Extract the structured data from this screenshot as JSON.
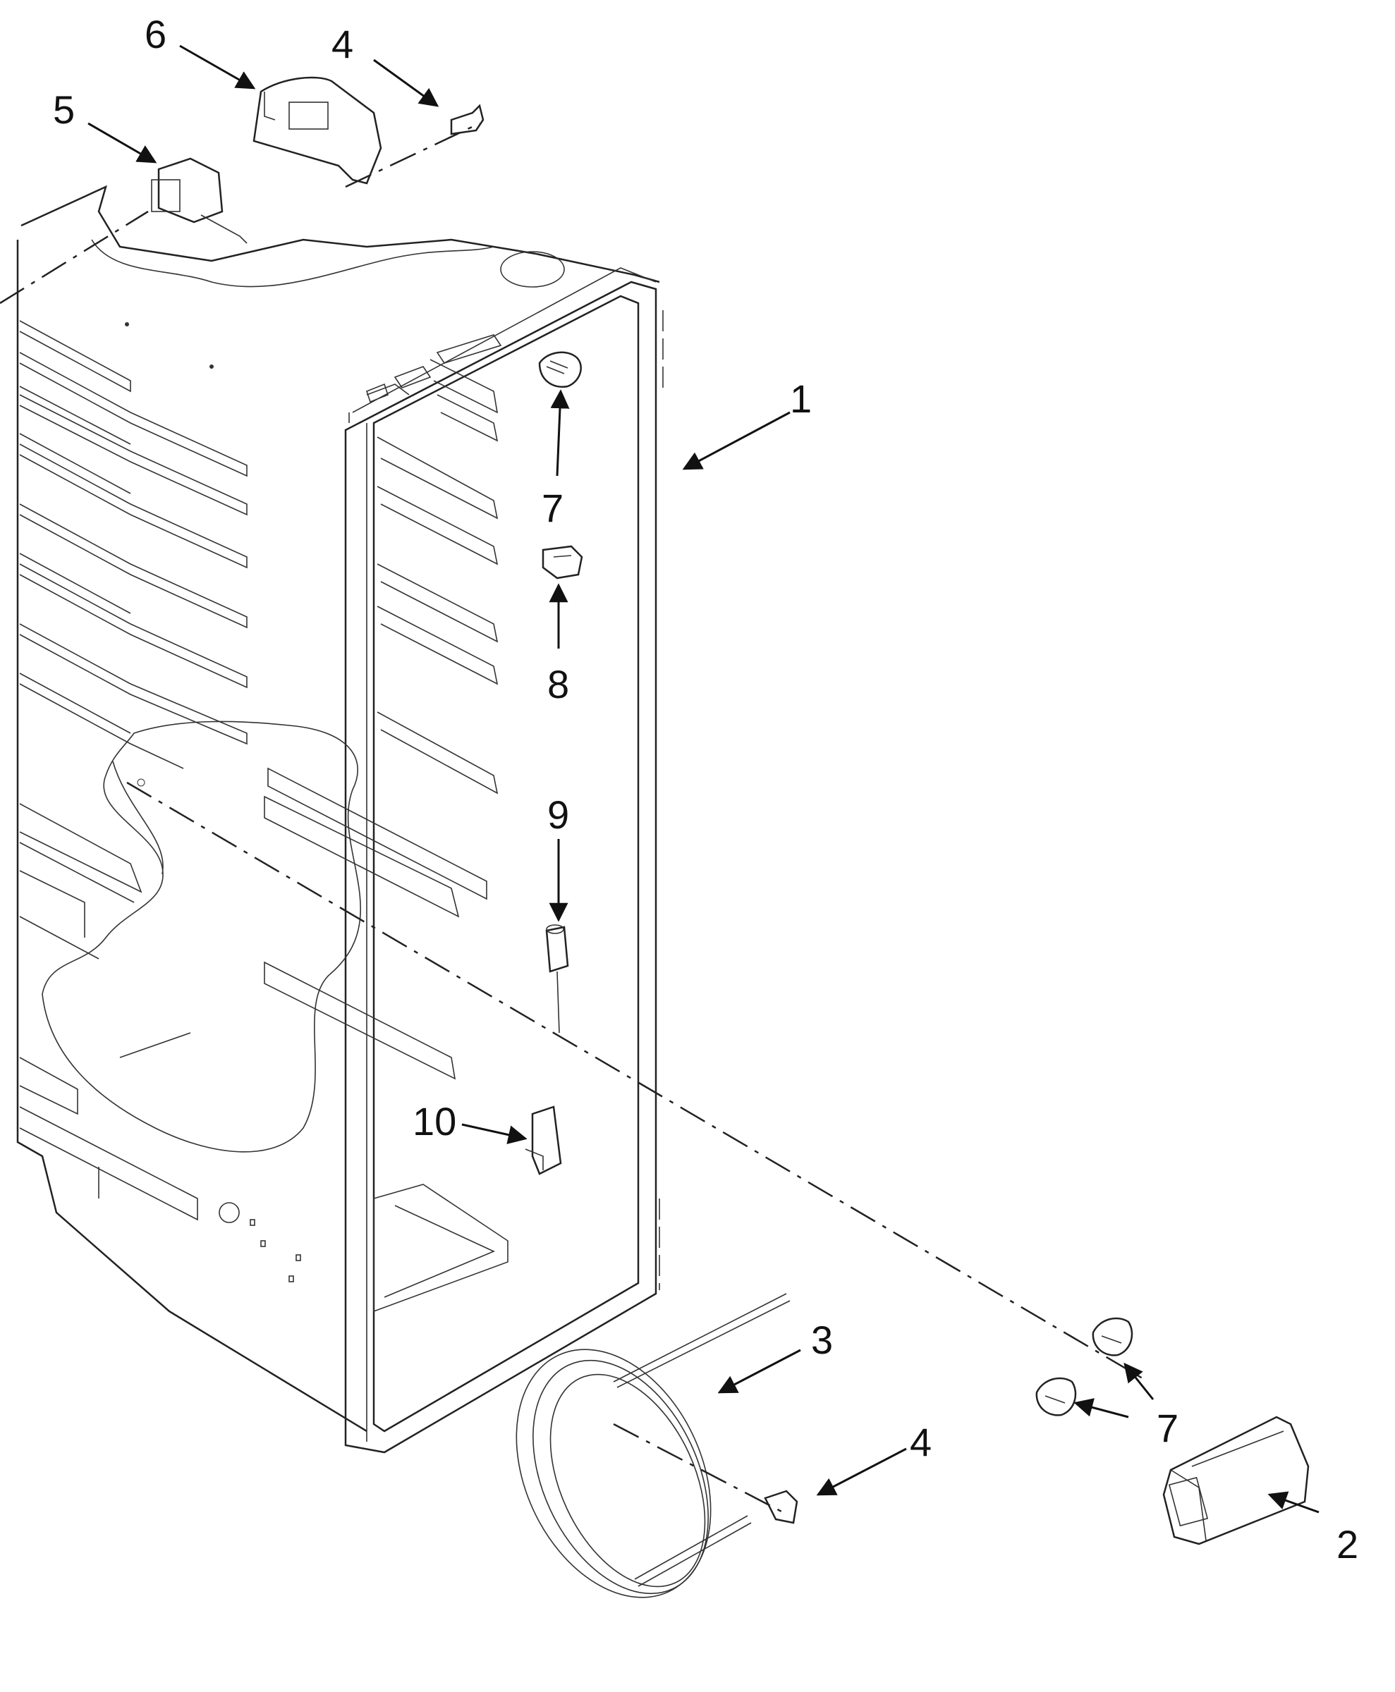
{
  "callouts": {
    "c1": "1",
    "c2": "2",
    "c3": "3",
    "c4a": "4",
    "c4b": "4",
    "c5": "5",
    "c6": "6",
    "c7a": "7",
    "c7b": "7",
    "c8": "8",
    "c9": "9",
    "c10": "10"
  },
  "colors": {
    "line": "#222222",
    "background": "#ffffff"
  }
}
